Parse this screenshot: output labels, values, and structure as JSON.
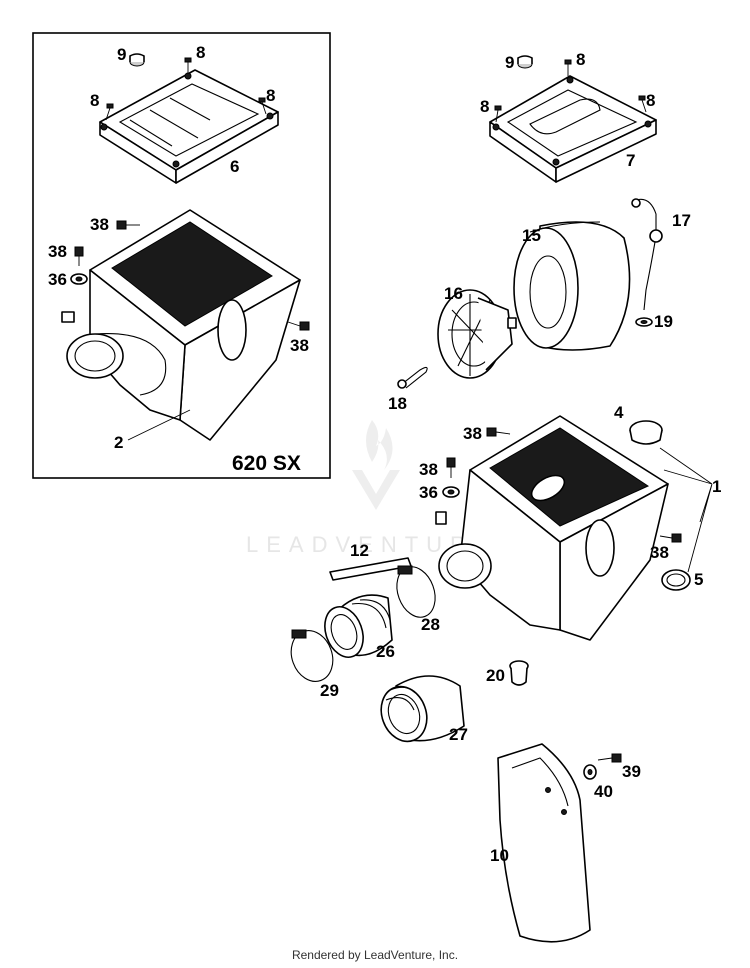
{
  "model_label": "620 SX",
  "watermark": "LEADVENTURE",
  "footer": "Rendered by LeadVenture, Inc.",
  "callouts": {
    "l_9_a": "9",
    "l_8_a": "8",
    "l_8_b": "8",
    "l_8_c": "8",
    "l_6": "6",
    "l_38_a": "38",
    "l_38_b": "38",
    "l_36_a": "36",
    "l_38_c": "38",
    "l_2": "2",
    "l_9_b": "9",
    "l_8_d": "8",
    "l_8_e": "8",
    "l_8_f": "8",
    "l_7": "7",
    "l_17": "17",
    "l_15": "15",
    "l_16": "16",
    "l_19": "19",
    "l_18": "18",
    "l_4": "4",
    "l_38_d": "38",
    "l_38_e": "38",
    "l_36_b": "36",
    "l_1": "1",
    "l_12": "12",
    "l_38_f": "38",
    "l_5": "5",
    "l_28": "28",
    "l_26": "26",
    "l_29": "29",
    "l_20": "20",
    "l_27": "27",
    "l_39": "39",
    "l_40": "40",
    "l_10": "10"
  }
}
